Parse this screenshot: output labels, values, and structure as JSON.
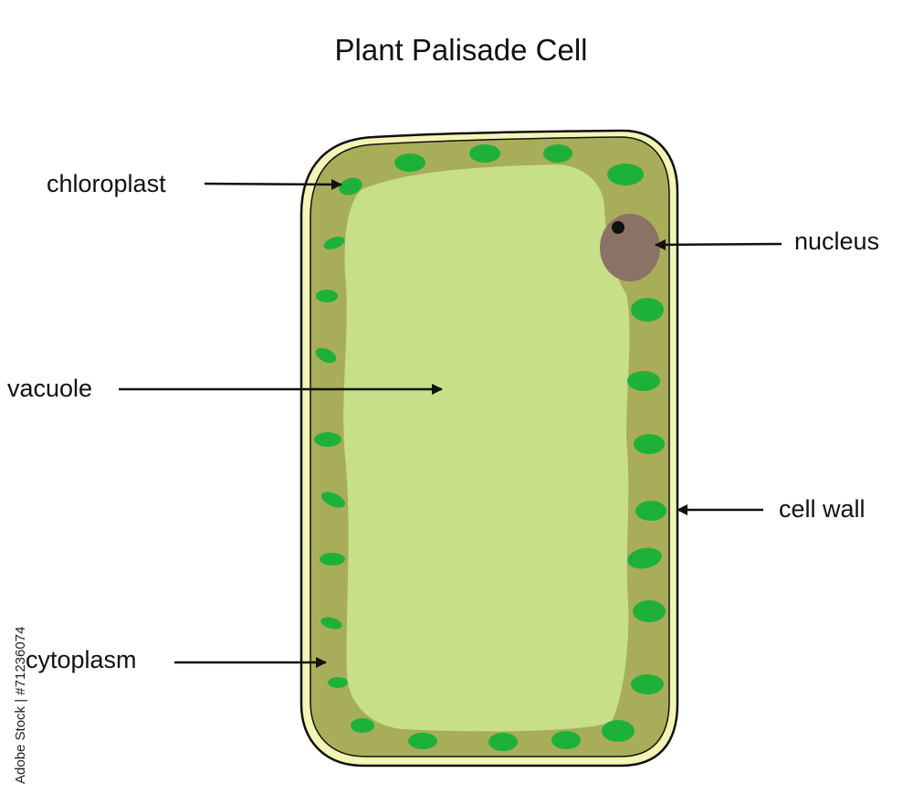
{
  "title": "Plant Palisade Cell",
  "labels": {
    "chloroplast": "chloroplast",
    "nucleus": "nucleus",
    "vacuole": "vacuole",
    "cell_wall": "cell wall",
    "cytoplasm": "cytoplasm"
  },
  "stock_credit": "Adobe Stock | #71236074",
  "colors": {
    "cell_wall": "#f2f5b5",
    "cytoplasm": "#a8ad5a",
    "vacuole": "#c6df88",
    "chloroplast": "#1db13a",
    "nucleus": "#8b7266",
    "outline": "#111111"
  }
}
